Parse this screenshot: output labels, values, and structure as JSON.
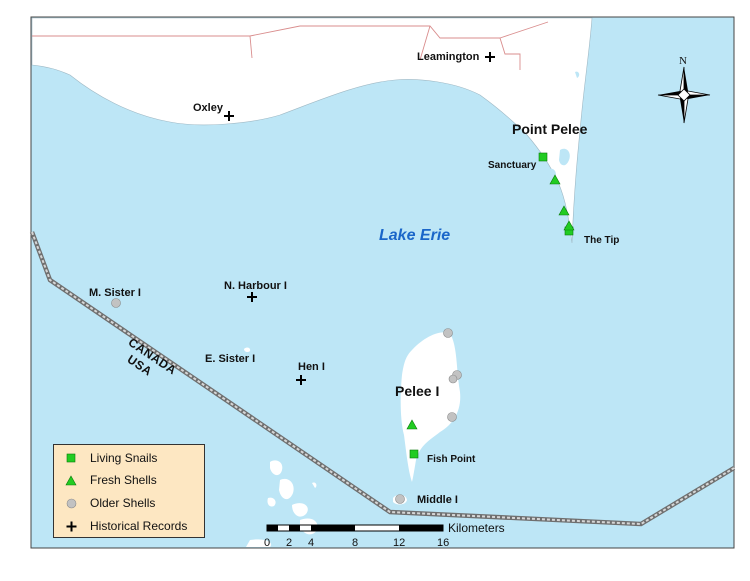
{
  "lake": {
    "name": "Lake Erie"
  },
  "places": {
    "leamington": "Leamington",
    "oxley": "Oxley",
    "point_pelee": "Point Pelee",
    "sanctuary": "Sanctuary",
    "the_tip": "The Tip",
    "m_sister": "M. Sister I",
    "n_harbour": "N. Harbour I",
    "e_sister": "E. Sister I",
    "hen": "Hen I",
    "pelee_island": "Pelee I",
    "fish_point": "Fish Point",
    "middle_island": "Middle I"
  },
  "border": {
    "canada": "CANADA",
    "usa": "USA"
  },
  "legend": {
    "items": [
      {
        "label": "Living Snails",
        "symbol": "green-square"
      },
      {
        "label": "Fresh Shells",
        "symbol": "green-triangle"
      },
      {
        "label": "Older Shells",
        "symbol": "grey-circle"
      },
      {
        "label": "Historical Records",
        "symbol": "black-cross"
      }
    ]
  },
  "scalebar": {
    "unit": "Kilometers",
    "ticks": [
      "0",
      "2",
      "4",
      "8",
      "12",
      "16"
    ]
  },
  "north_arrow": {
    "label": "N"
  },
  "colors": {
    "water": "#bde6f6",
    "land": "#ffffff",
    "living": "#22cc22",
    "older": "#c2c2c2",
    "legend_bg": "#fde7c2"
  }
}
